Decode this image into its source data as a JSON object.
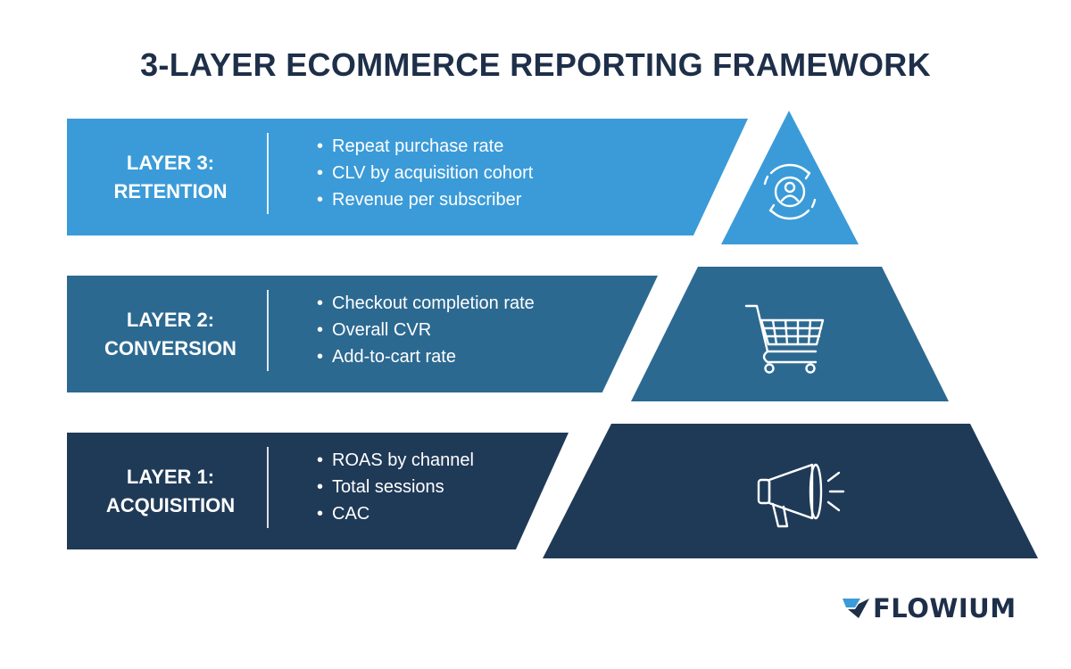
{
  "title": "3-LAYER ECOMMERCE REPORTING FRAMEWORK",
  "layers": [
    {
      "label_line1": "LAYER 3:",
      "label_line2": "RETENTION",
      "color": "#3b9bd8",
      "icon": "customer-retention-icon",
      "metrics": [
        "Repeat purchase rate",
        "CLV by acquisition cohort",
        "Revenue per subscriber"
      ]
    },
    {
      "label_line1": "LAYER 2:",
      "label_line2": "CONVERSION",
      "color": "#2c6991",
      "icon": "shopping-cart-icon",
      "metrics": [
        "Checkout completion rate",
        "Overall CVR",
        "Add-to-cart rate"
      ]
    },
    {
      "label_line1": "LAYER 1:",
      "label_line2": "ACQUISITION",
      "color": "#1f3a57",
      "icon": "megaphone-icon",
      "metrics": [
        "ROAS by channel",
        "Total sessions",
        "CAC"
      ]
    }
  ],
  "brand": {
    "name": "FLOWIUM",
    "color": "#1e2f49",
    "accent": "#3b9bd8"
  }
}
